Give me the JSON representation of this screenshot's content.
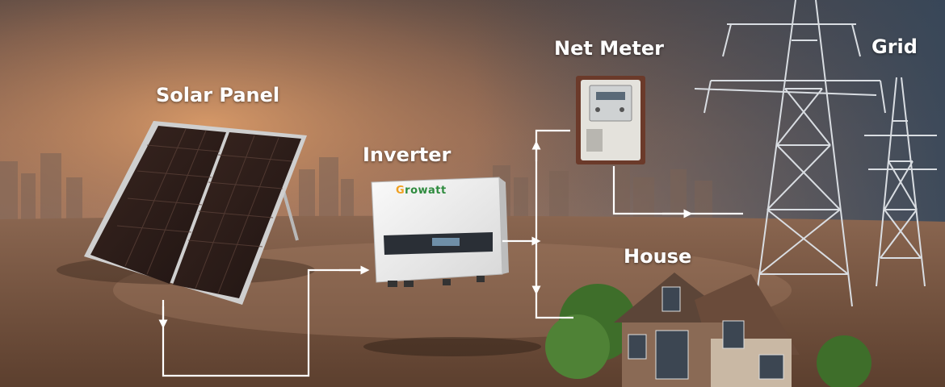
{
  "labels": {
    "solar_panel": "Solar Panel",
    "inverter": "Inverter",
    "net_meter": "Net Meter",
    "house": "House",
    "grid": "Grid"
  },
  "inverter": {
    "brand": "Growatt"
  },
  "colors": {
    "sky_top": "#3a4452",
    "sky_glow": "#d9935a",
    "ground": "#6b4c38",
    "wire": "#ffffff",
    "label": "#ffffff",
    "brand_green": "#2e8b3e"
  }
}
